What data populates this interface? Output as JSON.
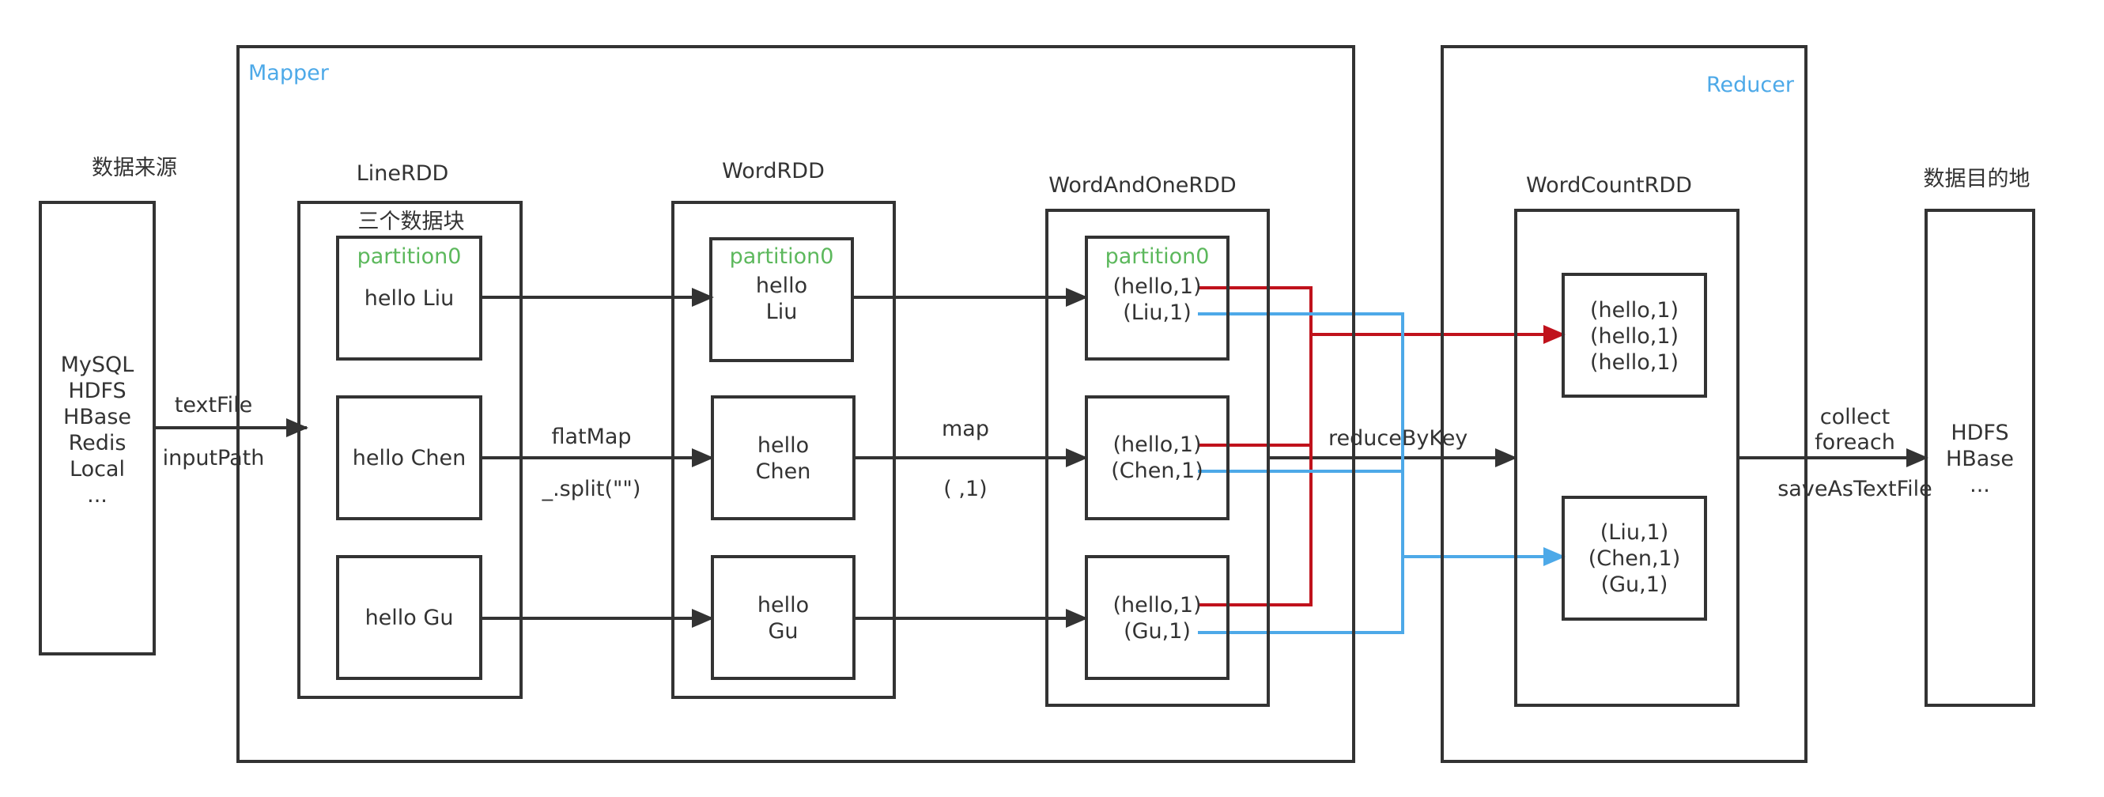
{
  "colors": {
    "border": "#333333",
    "green": "#5CB85C",
    "blue": "#4DA9E8",
    "red": "#C0121C",
    "arrow": "#333333"
  },
  "mapper_label": "Mapper",
  "reducer_label": "Reducer",
  "source": {
    "title": "数据来源",
    "lines": [
      "MySQL",
      "HDFS",
      "HBase",
      "Redis",
      "Local",
      "..."
    ]
  },
  "dest": {
    "title": "数据目的地",
    "lines": [
      "HDFS",
      "HBase",
      "..."
    ]
  },
  "line_rdd": {
    "title": "LineRDD",
    "subtitle": "三个数据块",
    "partition_label": "partition0",
    "blocks": [
      "hello Liu",
      "hello Chen",
      "hello Gu"
    ]
  },
  "word_rdd": {
    "title": "WordRDD",
    "partition_label": "partition0",
    "blocks": [
      [
        "hello",
        "Liu"
      ],
      [
        "hello",
        "Chen"
      ],
      [
        "hello",
        "Gu"
      ]
    ]
  },
  "word_and_one_rdd": {
    "title": "WordAndOneRDD",
    "partition_label": "partition0",
    "blocks": [
      [
        "(hello,1)",
        "(Liu,1)"
      ],
      [
        "(hello,1)",
        "(Chen,1)"
      ],
      [
        "(hello,1)",
        "(Gu,1)"
      ]
    ]
  },
  "word_count_rdd": {
    "title": "WordCountRDD",
    "blocks": [
      [
        "(hello,1)",
        "(hello,1)",
        "(hello,1)"
      ],
      [
        "(Liu,1)",
        "(Chen,1)",
        "(Gu,1)"
      ]
    ]
  },
  "edges": {
    "text_file": "textFile",
    "input_path": "inputPath",
    "flat_map": "flatMap",
    "split": "_.split(\"\")",
    "map": "map",
    "map_tuple": "( ,1)",
    "reduce_by_key": "reduceByKey",
    "collect": "collect",
    "foreach": "foreach",
    "save_as_text_file": "saveAsTextFile"
  }
}
